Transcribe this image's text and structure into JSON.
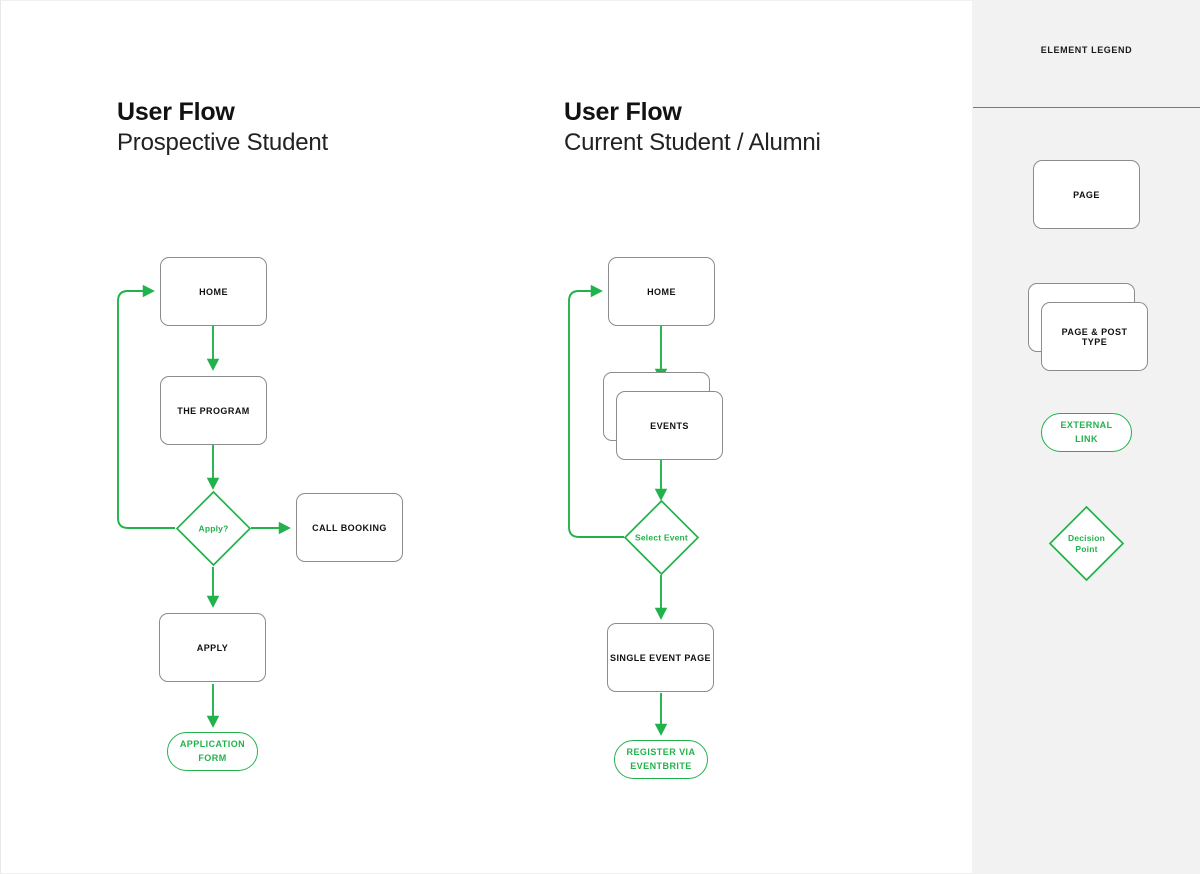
{
  "colors": {
    "accent_green": "#22b24c",
    "node_border": "#8c8c8c",
    "canvas_bg": "#ffffff",
    "legend_bg": "#f2f2f2",
    "text_dark": "#111111"
  },
  "flows": [
    {
      "id": "prospective",
      "title": "User Flow",
      "subtitle": "Prospective Student",
      "nodes": [
        {
          "id": "home",
          "type": "page",
          "label": "HOME"
        },
        {
          "id": "the-program",
          "type": "page",
          "label": "THE PROGRAM"
        },
        {
          "id": "apply-q",
          "type": "decision",
          "label": "Apply?"
        },
        {
          "id": "call-booking",
          "type": "page",
          "label": "CALL BOOKING"
        },
        {
          "id": "apply",
          "type": "page",
          "label": "APPLY"
        },
        {
          "id": "app-form",
          "type": "link",
          "label": "APPLICATION FORM"
        }
      ],
      "edges": [
        {
          "from": "home",
          "to": "the-program"
        },
        {
          "from": "the-program",
          "to": "apply-q"
        },
        {
          "from": "apply-q",
          "to": "call-booking"
        },
        {
          "from": "apply-q",
          "to": "apply"
        },
        {
          "from": "apply",
          "to": "app-form"
        },
        {
          "from": "apply-q",
          "to": "home",
          "kind": "loop-back"
        }
      ]
    },
    {
      "id": "current",
      "title": "User Flow",
      "subtitle": "Current Student / Alumni",
      "nodes": [
        {
          "id": "home2",
          "type": "page",
          "label": "HOME"
        },
        {
          "id": "events",
          "type": "page-stack",
          "label": "EVENTS"
        },
        {
          "id": "select-event",
          "type": "decision",
          "label": "Select Event"
        },
        {
          "id": "single-event",
          "type": "page",
          "label": "SINGLE EVENT PAGE"
        },
        {
          "id": "register",
          "type": "link",
          "label": "REGISTER VIA EVENTBRITE"
        }
      ],
      "edges": [
        {
          "from": "home2",
          "to": "events"
        },
        {
          "from": "events",
          "to": "select-event"
        },
        {
          "from": "select-event",
          "to": "single-event"
        },
        {
          "from": "single-event",
          "to": "register"
        },
        {
          "from": "select-event",
          "to": "home2",
          "kind": "loop-back"
        }
      ]
    }
  ],
  "legend": {
    "title": "ELEMENT LEGEND",
    "items": [
      {
        "id": "page",
        "type": "page",
        "label": "PAGE"
      },
      {
        "id": "page-post",
        "type": "page-stack",
        "label": "PAGE & POST TYPE"
      },
      {
        "id": "external-link",
        "type": "link",
        "label": "EXTERNAL LINK"
      },
      {
        "id": "decision",
        "type": "decision",
        "label": "Decision Point"
      }
    ]
  },
  "labels": {
    "flow1_home": "HOME",
    "flow1_program": "THE PROGRAM",
    "flow1_apply_q": "Apply?",
    "flow1_call_booking": "CALL BOOKING",
    "flow1_apply": "APPLY",
    "flow1_app_form_l1": "APPLICATION",
    "flow1_app_form_l2": "FORM",
    "flow2_home": "HOME",
    "flow2_events": "EVENTS",
    "flow2_select_event": "Select Event",
    "flow2_single_event": "SINGLE EVENT PAGE",
    "flow2_register_l1": "REGISTER VIA",
    "flow2_register_l2": "EVENTBRITE",
    "legend_page": "PAGE",
    "legend_post_l1": "PAGE & POST",
    "legend_post_l2": "TYPE",
    "legend_link_l1": "EXTERNAL",
    "legend_link_l2": "LINK",
    "legend_decision_l1": "Decision",
    "legend_decision_l2": "Point"
  }
}
